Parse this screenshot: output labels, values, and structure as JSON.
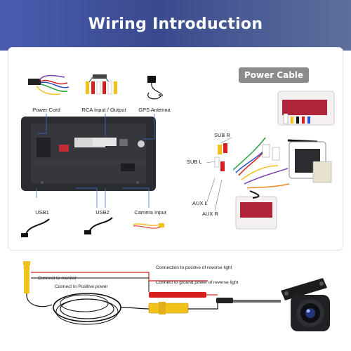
{
  "title": "Wiring Introduction",
  "accessories": {
    "power_cord": "Power Cord",
    "rca": "RCA Input / Output",
    "gps": "GPS Antenna",
    "usb1": "USB1",
    "usb2": "USB2",
    "camera_input": "Camera Input"
  },
  "power_cable": {
    "badge": "Power Cable",
    "sub_r": "SUB R",
    "sub_l": "SUB L",
    "aux_l": "AUX L",
    "aux_r": "AUX R"
  },
  "camera": {
    "connect_monitor": "Connect to monitor",
    "connect_power": "Connect to Positive power",
    "positive_reverse": "Connection to positive of reverse light",
    "ground_reverse": "Connect to ground power of reverse light"
  },
  "colors": {
    "header_start": "#4a5cb0",
    "header_end": "#5d6f9c",
    "guide_line": "#3a6fd8",
    "rca_yellow": "#f2c21b",
    "rca_red": "#d62020",
    "connector_red": "#b0243a"
  }
}
